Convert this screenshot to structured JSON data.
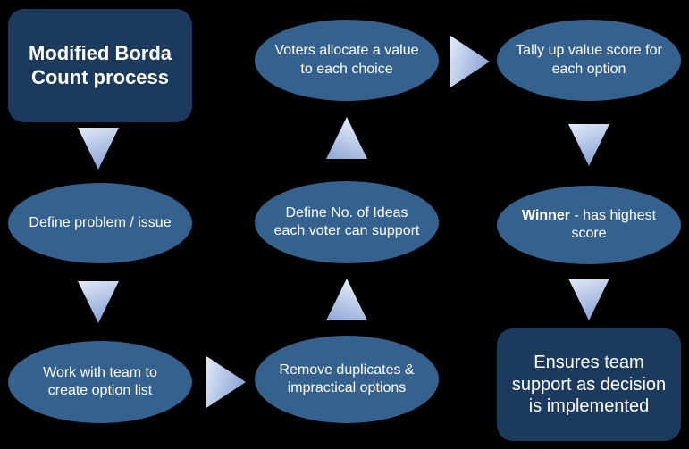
{
  "diagram": {
    "title": "Modified Borda Count process",
    "background_color": "#000000",
    "colors": {
      "rect_fill": "#1b3a5e",
      "ellipse_fill": "#35618e",
      "arrow_light": "#dce6f7",
      "arrow_dark": "#91aad8",
      "text": "#ffffff"
    },
    "nodes": {
      "title_box": {
        "label": "Modified Borda Count process",
        "shape": "rounded-rectangle"
      },
      "define_problem": {
        "label": "Define problem / issue",
        "shape": "ellipse"
      },
      "work_with_team": {
        "label": "Work with team to create option list",
        "shape": "ellipse"
      },
      "remove_duplicates": {
        "label": "Remove duplicates & impractical options",
        "shape": "ellipse"
      },
      "define_no_of_ideas": {
        "label": "Define No. of Ideas each voter can support",
        "shape": "ellipse"
      },
      "voters_allocate": {
        "label": "Voters allocate a value to each choice",
        "shape": "ellipse"
      },
      "tally_up": {
        "label": "Tally up value score for each option",
        "shape": "ellipse"
      },
      "winner": {
        "label_bold": "Winner",
        "label_rest": " - has highest score",
        "shape": "ellipse"
      },
      "ensures_team_support": {
        "label": "Ensures team support as decision is implemented",
        "shape": "rounded-rectangle"
      }
    },
    "arrows": [
      {
        "name": "arrow-title-to-define-problem",
        "direction": "down"
      },
      {
        "name": "arrow-define-problem-to-work-with-team",
        "direction": "down"
      },
      {
        "name": "arrow-work-with-team-to-remove-duplicates",
        "direction": "right"
      },
      {
        "name": "arrow-remove-duplicates-to-define-no-of-ideas",
        "direction": "up"
      },
      {
        "name": "arrow-define-no-of-ideas-to-voters-allocate",
        "direction": "up"
      },
      {
        "name": "arrow-voters-allocate-to-tally-up",
        "direction": "right"
      },
      {
        "name": "arrow-tally-up-to-winner",
        "direction": "down"
      },
      {
        "name": "arrow-winner-to-ensures-team-support",
        "direction": "down"
      }
    ]
  }
}
